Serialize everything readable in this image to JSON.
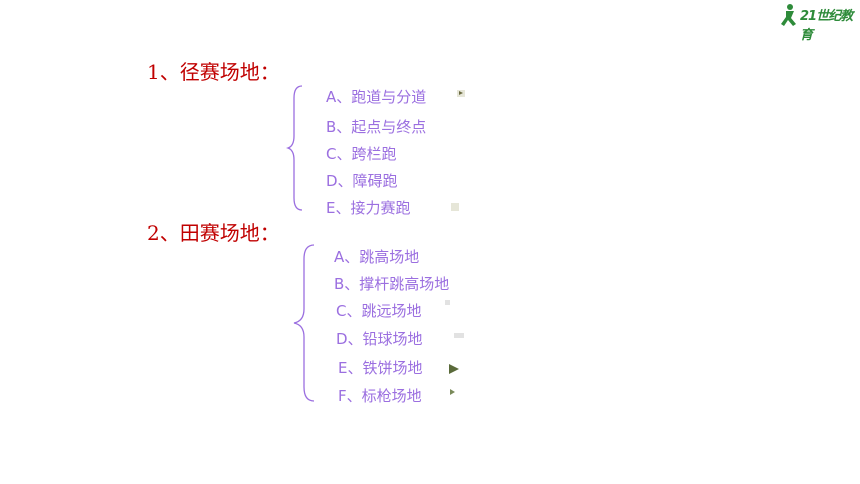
{
  "slide": {
    "logo_text": "21世纪教育",
    "sections": [
      {
        "heading": "1、径赛场地：",
        "items": [
          "A、跑道与分道",
          "B、起点与终点",
          "C、跨栏跑",
          "D、障碍跑",
          "E、接力赛跑"
        ]
      },
      {
        "heading": "2、田赛场地：",
        "items": [
          "A、跳高场地",
          "B、撑杆跳高场地",
          "C、跳远场地",
          "D、铅球场地",
          "E、铁饼场地",
          "F、标枪场地"
        ]
      }
    ],
    "colors": {
      "heading": "#c00000",
      "item": "#9b6fe0",
      "brace": "#9b6fe0",
      "logo_green": "#2e8b3a"
    }
  }
}
